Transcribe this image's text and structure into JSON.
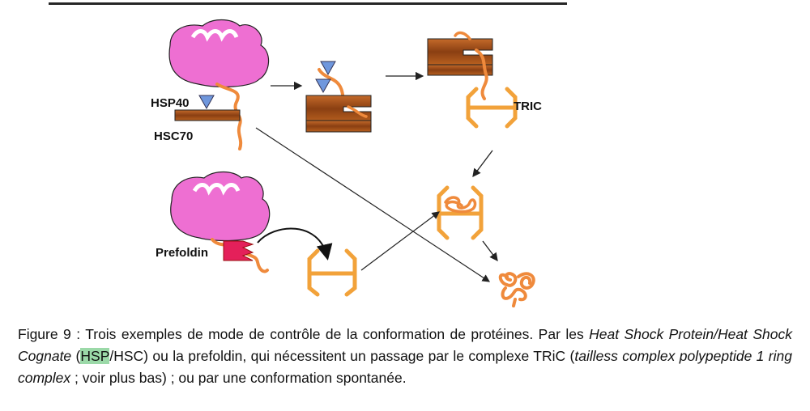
{
  "labels": {
    "hsp40": "HSP40",
    "hsc70": "HSC70",
    "tric": "TRIC",
    "prefoldin": "Prefoldin"
  },
  "caption": {
    "prefix": "Figure 9 : Trois exemples de mode de contrôle de la conformation de protéines. Par les ",
    "italic_1": "Heat Shock Protein/Heat Shock Cognate",
    "paren_open": " (",
    "highlight": "HSP",
    "after_highlight": "/HSC) ou la prefoldin, qui nécessitent un passage par le complexe TRiC (",
    "italic_2": "tailless complex polypeptide 1 ring complex",
    "suffix": " ; voir plus bas) ; ou par une conformation spontanée."
  },
  "colors": {
    "ribosome": "#ee6fd2",
    "chaperone_bar": "#a9531c",
    "peptide": "#ef8a3c",
    "tric": "#f2a23a",
    "hsp40": "#6f97dd",
    "prefoldin": "#e4205a"
  }
}
